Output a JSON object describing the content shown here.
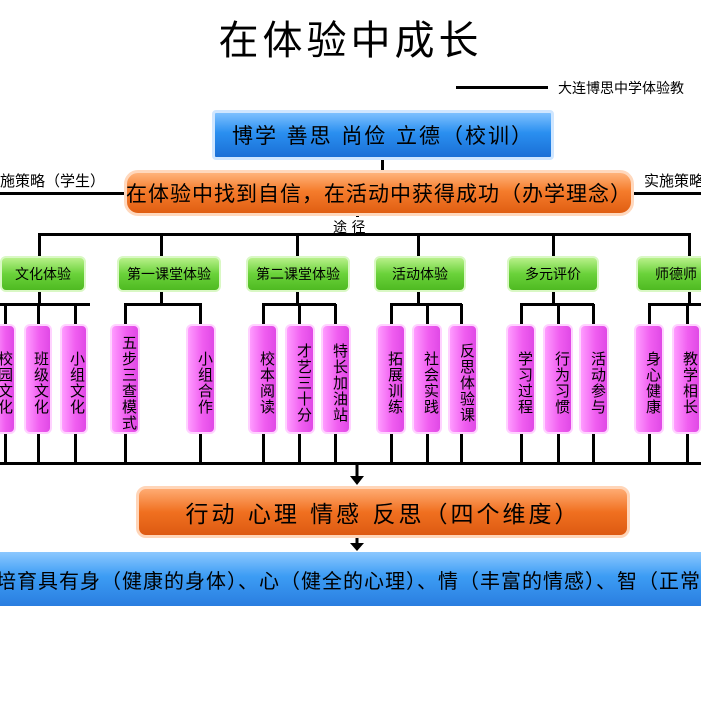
{
  "title": "在体验中成长",
  "subtitle": "大连博思中学体验教",
  "motto": "博学 善思 尚俭 立德（校训）",
  "left_label": "施策略（学生）",
  "right_label": "实施策略",
  "concept": "在体验中找到自信，在活动中获得成功（办学理念）",
  "path_label": "途 径",
  "categories": [
    {
      "label": "文化体验",
      "items": [
        "校园文化",
        "班级文化",
        "小组文化"
      ]
    },
    {
      "label": "第一课堂体验",
      "items": [
        "五步三查模式",
        "小组合作"
      ]
    },
    {
      "label": "第二课堂体验",
      "items": [
        "校本阅读",
        "才艺三十分",
        "特长加油站"
      ]
    },
    {
      "label": "活动体验",
      "items": [
        "拓展训练",
        "社会实践",
        "反思体验课"
      ]
    },
    {
      "label": "多元评价",
      "items": [
        "学习过程",
        "行为习惯",
        "活动参与"
      ]
    },
    {
      "label": "师德师",
      "items": [
        "身心健康",
        "教学相长"
      ]
    }
  ],
  "dimensions": "行动 心理 情感 反思（四个维度）",
  "goal": "培育具有身（健康的身体）、心（健全的心理）、情（丰富的情感）、智（正常的智慧）完善的"
}
